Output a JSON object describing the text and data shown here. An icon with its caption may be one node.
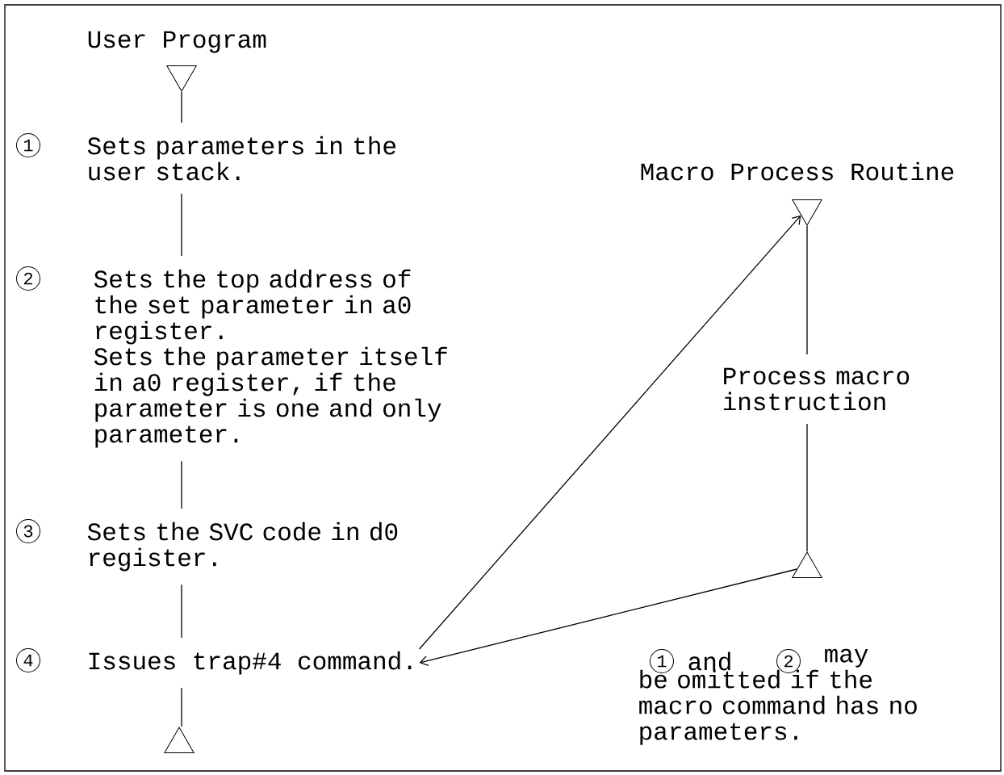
{
  "diagram": {
    "nodes": [
      {
        "text": [
          "User Program"
        ]
      },
      {
        "text": [],
        "shape": "triangle"
      },
      {
        "text": [
          "Sets parameters in the user stack."
        ],
        "beside": [
          "1"
        ]
      },
      {
        "text": [
          "Sets the top address of the set parameter in a0 register.",
          "Sets the parameter itself in a0 register, if the parameter is one and only parameter."
        ],
        "beside": [
          "2"
        ]
      },
      {
        "text": [
          "Sets the SVC code in d0 register."
        ],
        "beside": [
          "3"
        ]
      },
      {
        "text": [
          "Issues trap#4 command."
        ],
        "beside": [
          "4"
        ]
      },
      {
        "text": [],
        "shape": "triangle"
      },
      {
        "text": [
          "Macro Process Routine"
        ]
      },
      {
        "text": [],
        "shape": "triangle"
      },
      {
        "text": [
          "Process macro instruction"
        ]
      },
      {
        "text": [],
        "shape": "triangle"
      }
    ],
    "edges": [
      {
        "from": 1,
        "to": 2,
        "arrow": "none"
      },
      {
        "from": 2,
        "to": 3,
        "arrow": "none"
      },
      {
        "from": 3,
        "to": 4,
        "arrow": "none"
      },
      {
        "from": 4,
        "to": 5,
        "arrow": "none"
      },
      {
        "from": 5,
        "to": 6,
        "arrow": "none"
      },
      {
        "from": 8,
        "to": 9,
        "arrow": "none"
      },
      {
        "from": 9,
        "to": 10,
        "arrow": "none"
      },
      {
        "from": 5,
        "to": 8,
        "arrow": "to"
      },
      {
        "from": 10,
        "to": 5,
        "arrow": "to"
      }
    ],
    "labels": [
      "1",
      "and",
      "2",
      "may be omitted if the macro command has no parameters."
    ]
  }
}
